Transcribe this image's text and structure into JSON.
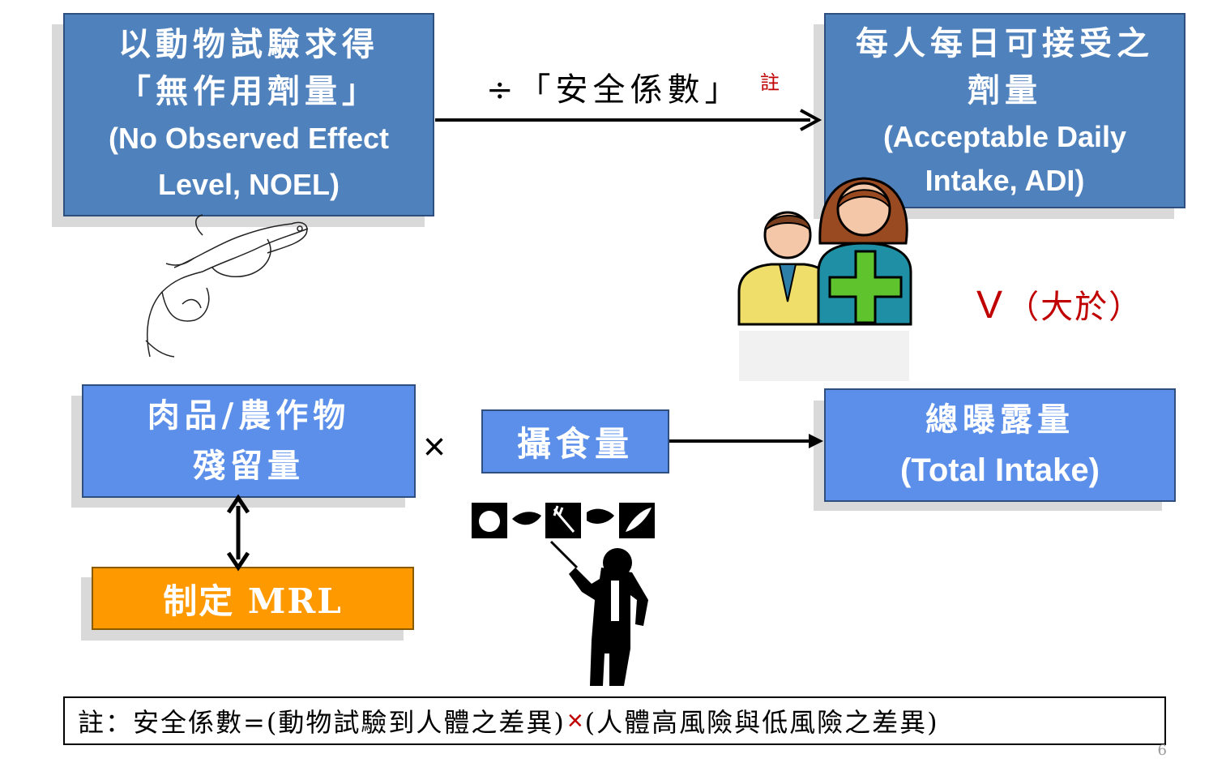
{
  "colors": {
    "blue_dark": "#4f81bd",
    "blue_light": "#5b8fea",
    "orange": "#ff9900",
    "red": "#c00000",
    "arrow": "#000000"
  },
  "noel_box": {
    "line1": "以動物試驗求得",
    "line2": "「無作用劑量」",
    "line3": "(No Observed Effect",
    "line4": "Level, NOEL)"
  },
  "adi_box": {
    "line1": "每人每日可接受之",
    "line2": "劑量",
    "line3": "(Acceptable Daily",
    "line4": "Intake, ADI)"
  },
  "safety_factor": {
    "text": "÷「安全係數」",
    "note_mark": "註"
  },
  "greater_than": {
    "symbol": "V",
    "text": "（大於）"
  },
  "residue_box": {
    "line1": "肉品/農作物",
    "line2": "殘留量"
  },
  "multiply": "×",
  "intake_box": {
    "text": "攝食量"
  },
  "total_box": {
    "line1": "總曝露量",
    "line2": "(Total Intake)"
  },
  "mrl_box": {
    "text": "制定 MRL"
  },
  "footnote": {
    "prefix": "註：安全係數=",
    "part1": "(動物試驗到人體之差異)",
    "times": "×",
    "part2": "(人體高風險與低風險之差異)"
  },
  "page_number": "6",
  "icons": [
    "rat-in-hand-icon",
    "people-plus-icon",
    "teacher-pointer-icon",
    "food-icons"
  ]
}
